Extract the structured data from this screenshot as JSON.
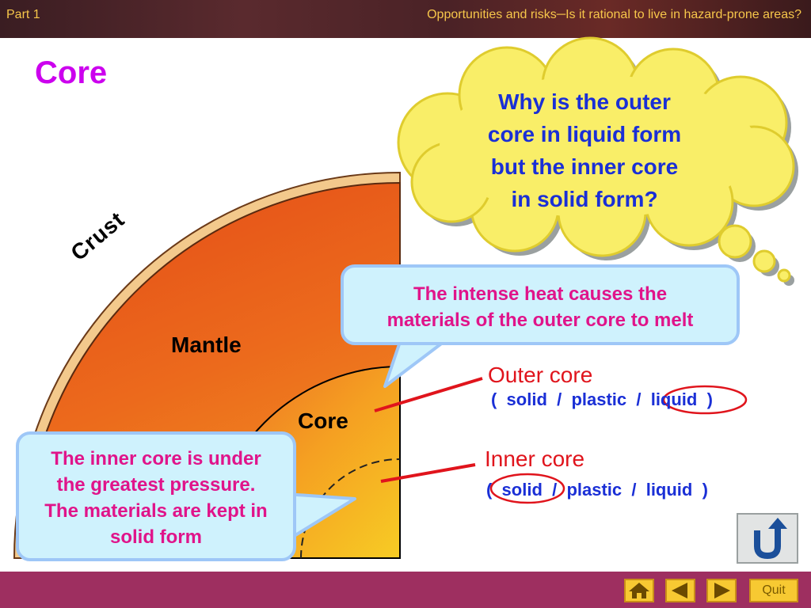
{
  "header": {
    "part": "Part 1",
    "subject": "Opportunities and risks─Is it rational to live in hazard-prone areas?"
  },
  "slide": {
    "title": "Core"
  },
  "diagram": {
    "crust_label": "Crust",
    "mantle_label": "Mantle",
    "core_label": "Core"
  },
  "thought_bubble": {
    "lines": [
      "Why is the outer",
      "core in liquid form",
      "but the inner core",
      "in solid form?"
    ]
  },
  "callouts": {
    "outer_lines": [
      "The intense heat causes the",
      "materials of the outer core to melt"
    ],
    "inner_lines": [
      "The inner core is under",
      "the greatest pressure.",
      "The materials are kept in",
      "solid form"
    ]
  },
  "layers": {
    "outer": {
      "name": "Outer core",
      "choices": "(  solid  /  plastic  /  liquid  )",
      "circled": "liquid"
    },
    "inner": {
      "name": "Inner core",
      "choices": "(  solid  /  plastic  /  liquid  )",
      "circled": "solid"
    }
  },
  "navigation": {
    "quit_label": "Quit"
  },
  "colors": {
    "title": "#cc00ee",
    "question": "#1a2fd6",
    "answer": "#e0148a",
    "layer_name": "#e0141c",
    "circle": "#e0141c",
    "bottom_bar": "#9e2f60"
  }
}
